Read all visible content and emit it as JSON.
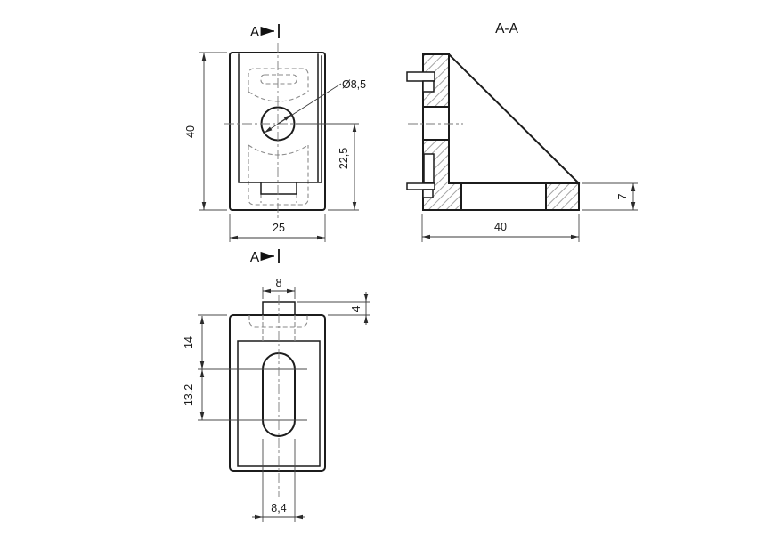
{
  "views": {
    "front": {
      "section_marker": "A",
      "dim_height": "40",
      "dim_width": "25",
      "dim_hole_offset": "22,5",
      "dim_hole_diameter": "Ø8,5"
    },
    "section": {
      "title": "A-A",
      "dim_depth": "40",
      "dim_flange_thickness": "7"
    },
    "bottom": {
      "section_marker": "A",
      "dim_tab_width": "8",
      "dim_tab_height": "4",
      "dim_slot_offset": "14",
      "dim_slot_length": "13,2",
      "dim_slot_width": "8,4"
    }
  },
  "colors": {
    "outline": "#1c1c1c",
    "dimension": "#3a3a3a",
    "hidden_line": "#8a8a8a",
    "hatch": "#a3a3a3",
    "background": "#ffffff"
  }
}
